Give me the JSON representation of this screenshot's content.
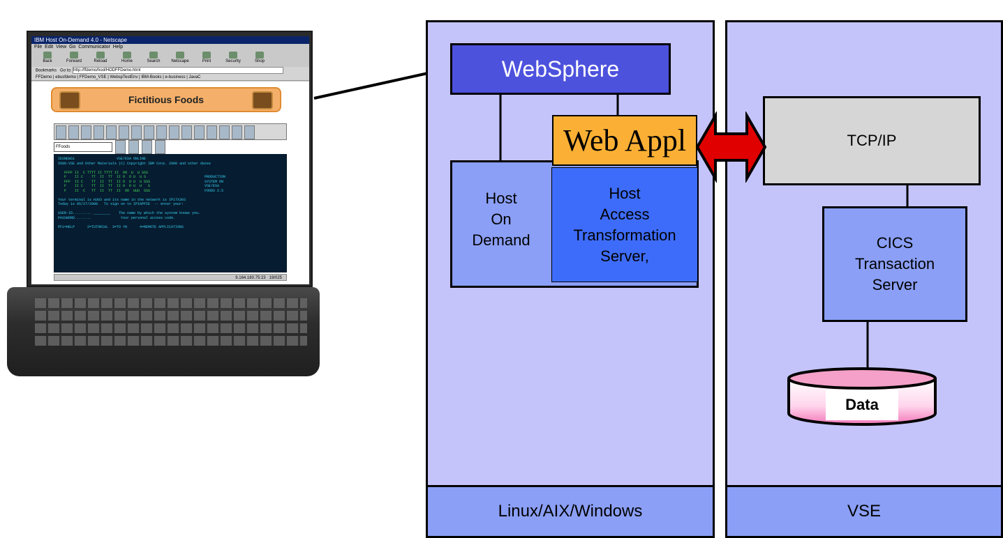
{
  "browser": {
    "title": "IBM Host On-Demand 4.0 - Netscape",
    "menu": [
      "File",
      "Edit",
      "View",
      "Go",
      "Communicator",
      "Help"
    ],
    "toolbar": [
      "Back",
      "Forward",
      "Reload",
      "Home",
      "Search",
      "Netscape",
      "Print",
      "Security",
      "Shop"
    ],
    "bookmarks_label": "Bookmarks",
    "goto_label": "Go to:",
    "location": "http://ffdemo/hod/HODFFDemo.html",
    "bookmark_links": [
      "FFDemo",
      "ebusfdemo",
      "FFDemo_VSE",
      "WebspTestEnv",
      "IBM-Books",
      "e-business",
      "JavaC"
    ]
  },
  "page": {
    "banner_title": "Fictitious Foods",
    "session_select": "FFoods",
    "terminal_header": "IESNEWS1                    VSE/ESA ONLINE",
    "terminal_copyright": "5686-VSE and Other Materials (C) Copyright IBM Corp. 2000 and other dates",
    "terminal_side": [
      "PRODUCTION",
      "SYSTEM ON",
      "VSE/ESA",
      "FOODS 2.5"
    ],
    "terminal_msg1": "Your terminal is H303 and its name in the network is IP17X303",
    "terminal_msg2": "Today is 05/27/2000   To sign on to IPIAPPIE  -- enter your:",
    "terminal_userid": "USER-ID......... ________    The name by which the system knows you.",
    "terminal_password": "PASSWORD........              Your personal access code.",
    "terminal_fkeys": "PF1=HELP      2=TUTORIAL  3=TO YN      4=REMOTE APPLICATIONS",
    "status_position": "19/025",
    "status_ip": "9.164.180.75:23"
  },
  "diagram": {
    "websphere": "WebSphere",
    "web_appl": "Web Appl",
    "hod_lines": [
      "Host",
      "On",
      "Demand"
    ],
    "hats_lines": [
      "Host",
      "Access",
      "Transformation",
      "Server,"
    ],
    "tcpip": "TCP/IP",
    "cics_lines": [
      "CICS",
      "Transaction",
      "Server"
    ],
    "data": "Data",
    "footer_left": "Linux/AIX/Windows",
    "footer_right": "VSE"
  },
  "colors": {
    "panel": "#c4c4fb",
    "footer": "#8b9ff6",
    "websphere": "#4d52dd",
    "web_appl": "#fbb035",
    "hats": "#3e6cfa",
    "tcpip": "#d6d6d6",
    "arrow": "#e00000"
  }
}
